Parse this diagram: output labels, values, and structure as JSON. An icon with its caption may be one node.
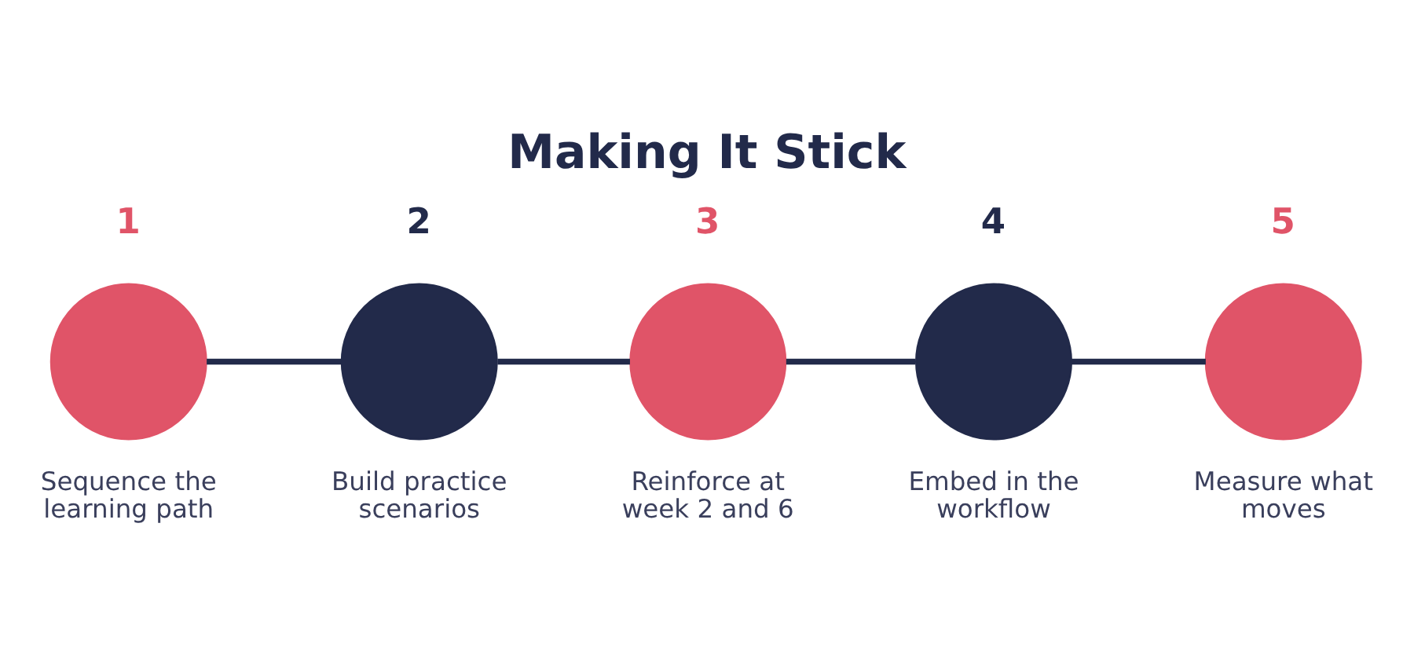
{
  "diagram": {
    "title": "Making It Stick",
    "nodes": [
      {
        "text": [],
        "shape": "circle",
        "beside": [
          "1",
          "Sequence the learning path"
        ]
      },
      {
        "text": [],
        "shape": "circle",
        "beside": [
          "2",
          "Build practice scenarios"
        ]
      },
      {
        "text": [],
        "shape": "circle",
        "beside": [
          "3",
          "Reinforce at week 2 and 6"
        ]
      },
      {
        "text": [],
        "shape": "circle",
        "beside": [
          "4",
          "Embed in the workflow"
        ]
      },
      {
        "text": [],
        "shape": "circle",
        "beside": [
          "5",
          "Measure what moves"
        ]
      }
    ],
    "edges": [
      {
        "from": 0,
        "to": 1,
        "arrow": "none"
      },
      {
        "from": 1,
        "to": 2,
        "arrow": "none"
      },
      {
        "from": 2,
        "to": 3,
        "arrow": "none"
      },
      {
        "from": 3,
        "to": 4,
        "arrow": "none"
      }
    ]
  }
}
